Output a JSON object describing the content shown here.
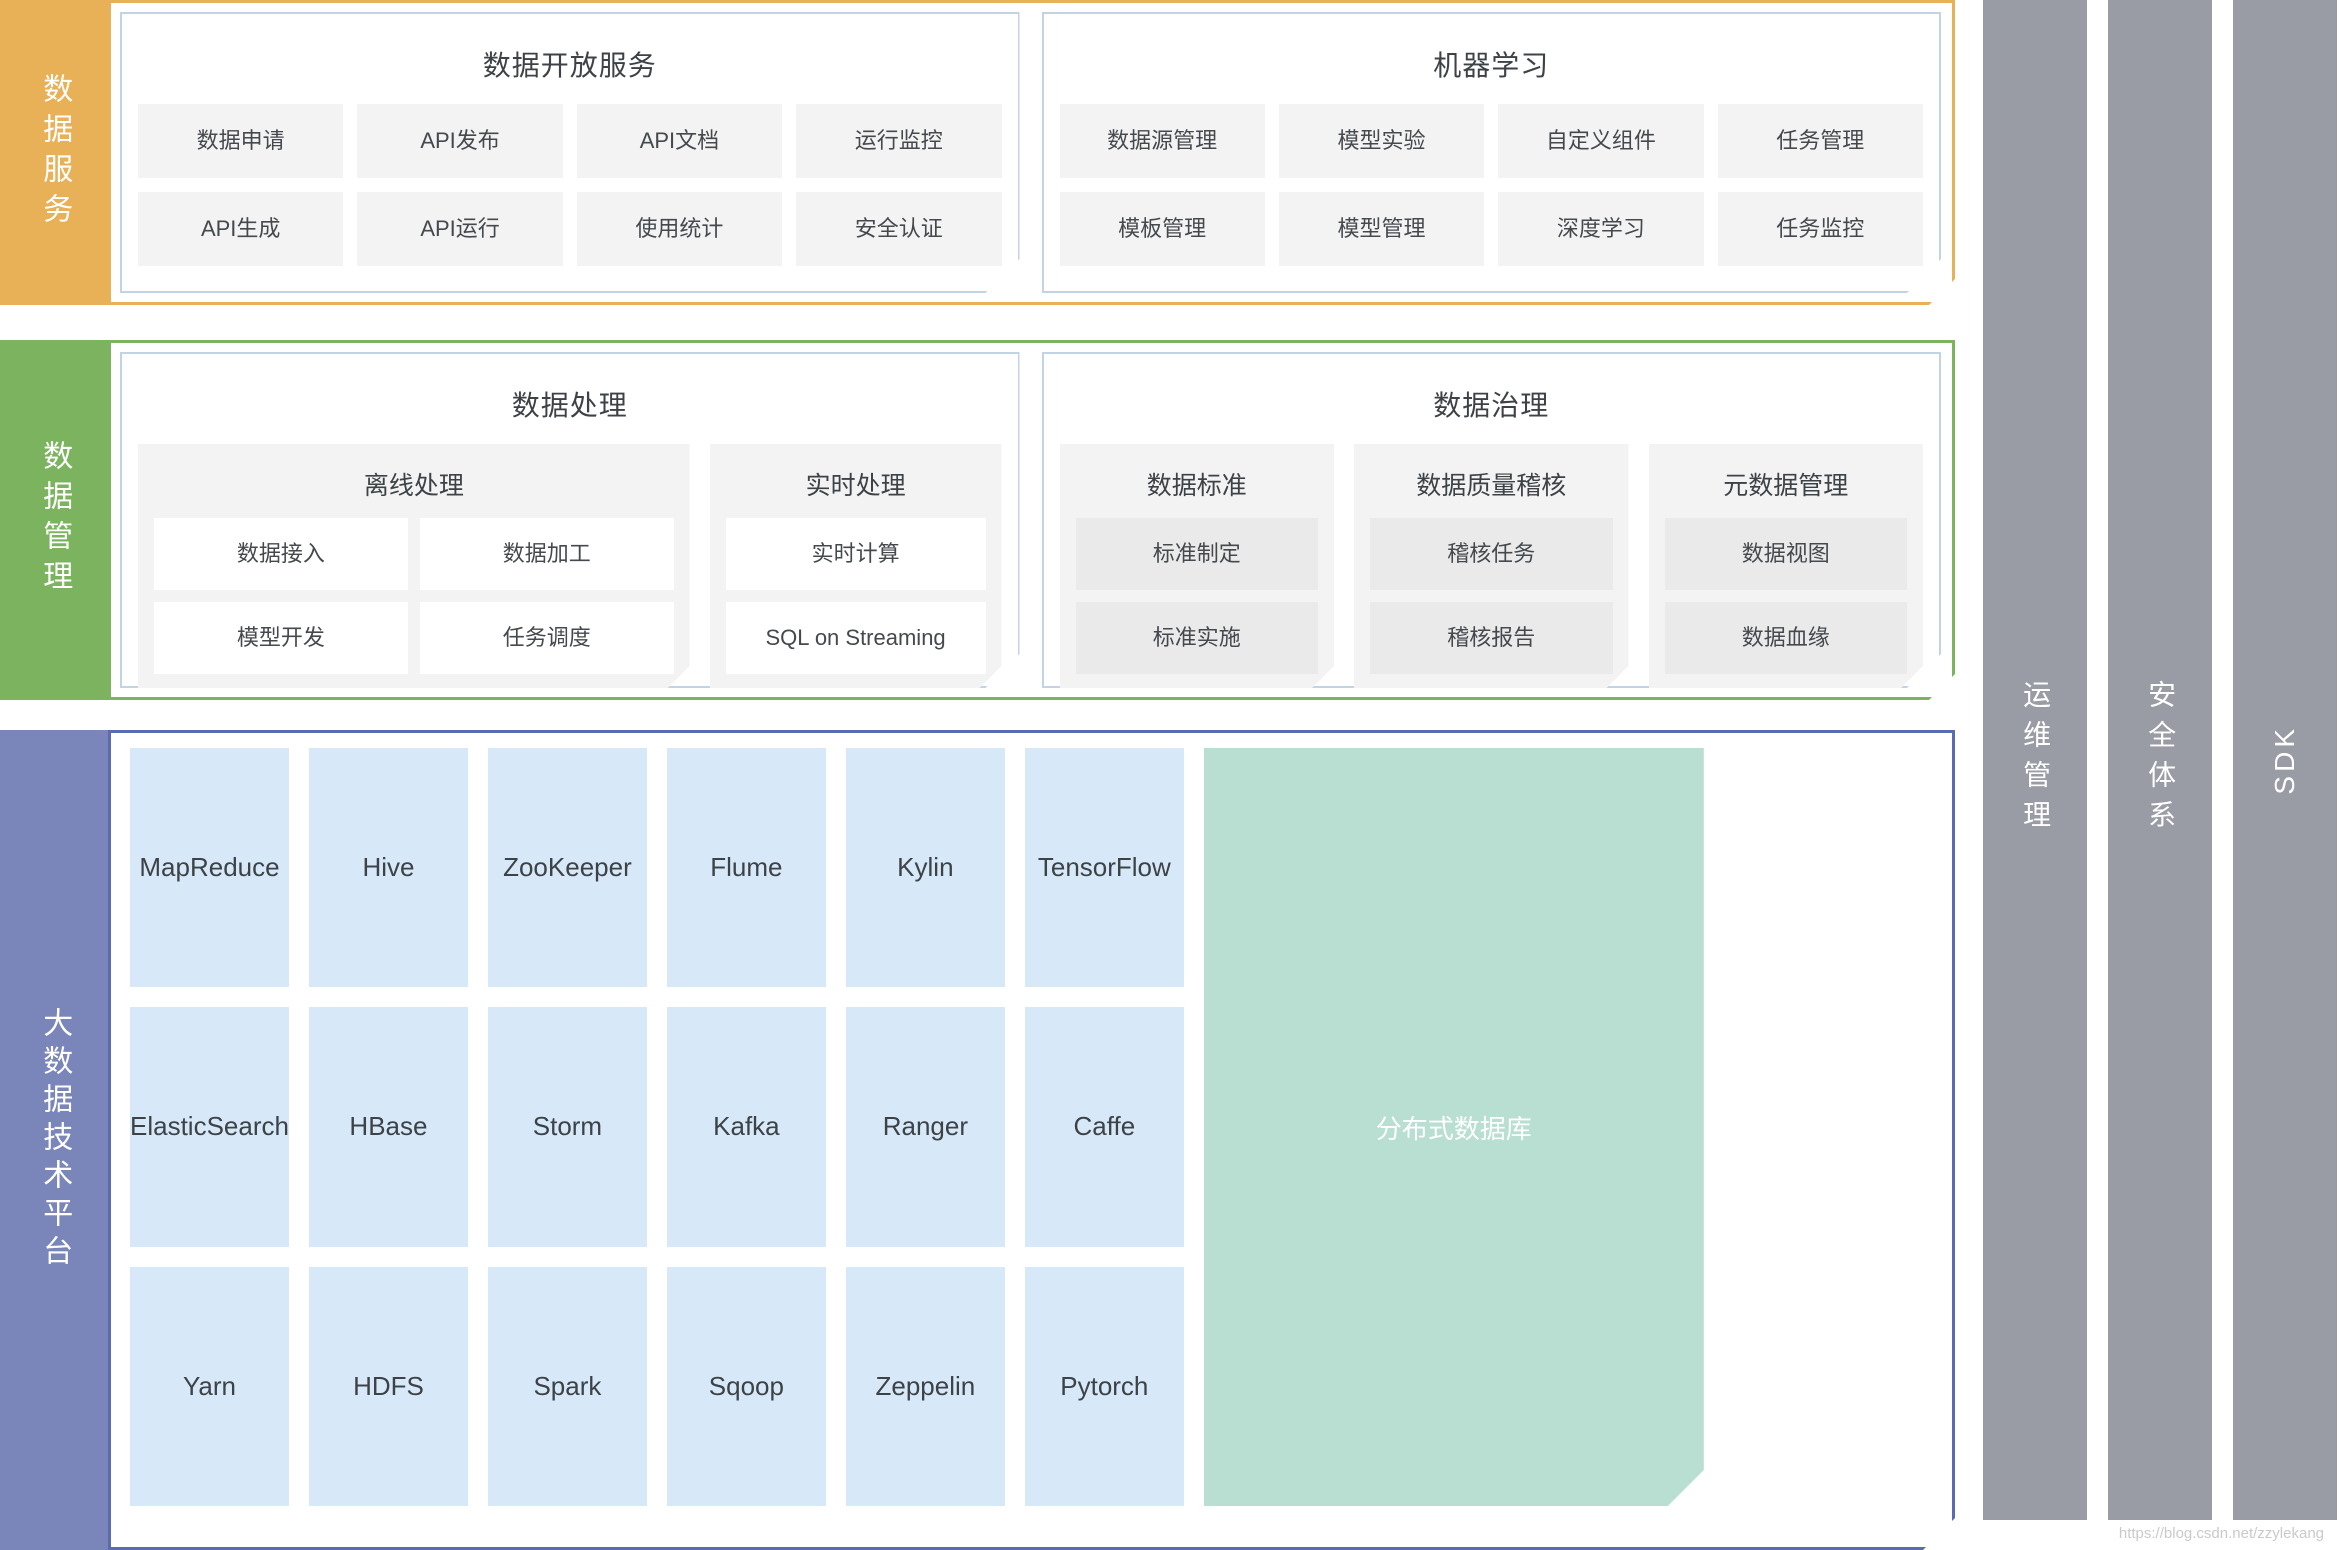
{
  "colors": {
    "service_band": "#e8b057",
    "mgmt_band": "#7cb35e",
    "tech_band": "#7a85ba",
    "panel_border": "#c3d3e6",
    "tile_grey": "#f3f3f3",
    "tech_tile_blue": "#d7e9f8",
    "ddb_green": "#b9ded2",
    "pillar_grey": "#9a9ca5",
    "text_dark": "#45494e"
  },
  "layers": [
    {
      "id": "data-service",
      "band_label": "数据服务",
      "panels": [
        {
          "id": "data-open-service",
          "title": "数据开放服务",
          "columns": 4,
          "tiles": [
            "数据申请",
            "API发布",
            "API文档",
            "运行监控",
            "API生成",
            "API运行",
            "使用统计",
            "安全认证"
          ]
        },
        {
          "id": "machine-learning",
          "title": "机器学习",
          "columns": 4,
          "tiles": [
            "数据源管理",
            "模型实验",
            "自定义组件",
            "任务管理",
            "模板管理",
            "模型管理",
            "深度学习",
            "任务监控"
          ]
        }
      ]
    },
    {
      "id": "data-management",
      "band_label": "数据管理",
      "panels": [
        {
          "id": "data-processing",
          "title": "数据处理",
          "subgroups": [
            {
              "id": "offline-processing",
              "title": "离线处理",
              "columns": 2,
              "style": "white",
              "tiles": [
                "数据接入",
                "数据加工",
                "模型开发",
                "任务调度"
              ]
            },
            {
              "id": "realtime-processing",
              "title": "实时处理",
              "columns": 1,
              "style": "white",
              "tiles": [
                "实时计算",
                "SQL on Streaming"
              ]
            }
          ]
        },
        {
          "id": "data-governance",
          "title": "数据治理",
          "subgroups": [
            {
              "id": "data-standard",
              "title": "数据标准",
              "columns": 1,
              "style": "gov",
              "tiles": [
                "标准制定",
                "标准实施"
              ]
            },
            {
              "id": "data-quality-audit",
              "title": "数据质量稽核",
              "columns": 1,
              "style": "gov",
              "tiles": [
                "稽核任务",
                "稽核报告"
              ]
            },
            {
              "id": "metadata-management",
              "title": "元数据管理",
              "columns": 1,
              "style": "gov",
              "tiles": [
                "数据视图",
                "数据血缘"
              ]
            }
          ]
        }
      ]
    },
    {
      "id": "bigdata-tech-platform",
      "band_label": "大数据技术平台",
      "tech_tiles": [
        "MapReduce",
        "Hive",
        "ZooKeeper",
        "Flume",
        "Kylin",
        "TensorFlow",
        "ElasticSearch",
        "HBase",
        "Storm",
        "Kafka",
        "Ranger",
        "Caffe",
        "Yarn",
        "HDFS",
        "Spark",
        "Sqoop",
        "Zeppelin",
        "Pytorch"
      ],
      "distributed_db_label": "分布式数据库"
    }
  ],
  "pillars": [
    {
      "id": "ops-management",
      "label": "运维管理",
      "script": "cjk"
    },
    {
      "id": "security-system",
      "label": "安全体系",
      "script": "cjk"
    },
    {
      "id": "sdk",
      "label": "SDK",
      "script": "latin"
    }
  ],
  "watermark": "https://blog.csdn.net/zzylekang"
}
